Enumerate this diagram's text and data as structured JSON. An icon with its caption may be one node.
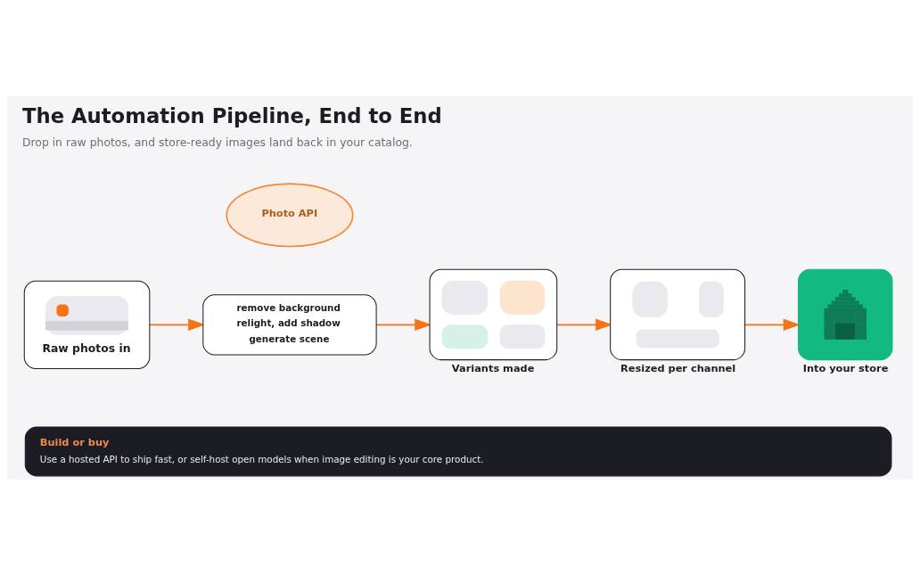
{
  "diagram": {
    "title": "The Automation Pipeline, End to End",
    "caption": "Drop in raw photos, and store-ready images land back in your catalog.",
    "nodes": [
      {
        "text": [
          "Raw photos in"
        ]
      },
      {
        "text": [
          "Photo API"
        ]
      },
      {
        "text": [
          "remove background",
          "relight, add shadow",
          "generate scene"
        ]
      },
      {
        "text": [],
        "shape": "box",
        "beside": [
          "Variants made"
        ]
      },
      {
        "text": [],
        "shape": "box",
        "beside": [
          "Resized per channel"
        ]
      },
      {
        "text": [],
        "shape": "box",
        "beside": [
          "Into your store"
        ]
      },
      {
        "text": [
          "Build or buy",
          "Use a hosted API to ship fast, or self-host open models when image editing is your core product."
        ]
      }
    ],
    "edges": [
      {
        "from": 0,
        "to": 2,
        "arrow": "to"
      },
      {
        "from": 2,
        "to": 3,
        "arrow": "to"
      },
      {
        "from": 3,
        "to": 4,
        "arrow": "to"
      },
      {
        "from": 4,
        "to": 5,
        "arrow": "to"
      }
    ]
  }
}
